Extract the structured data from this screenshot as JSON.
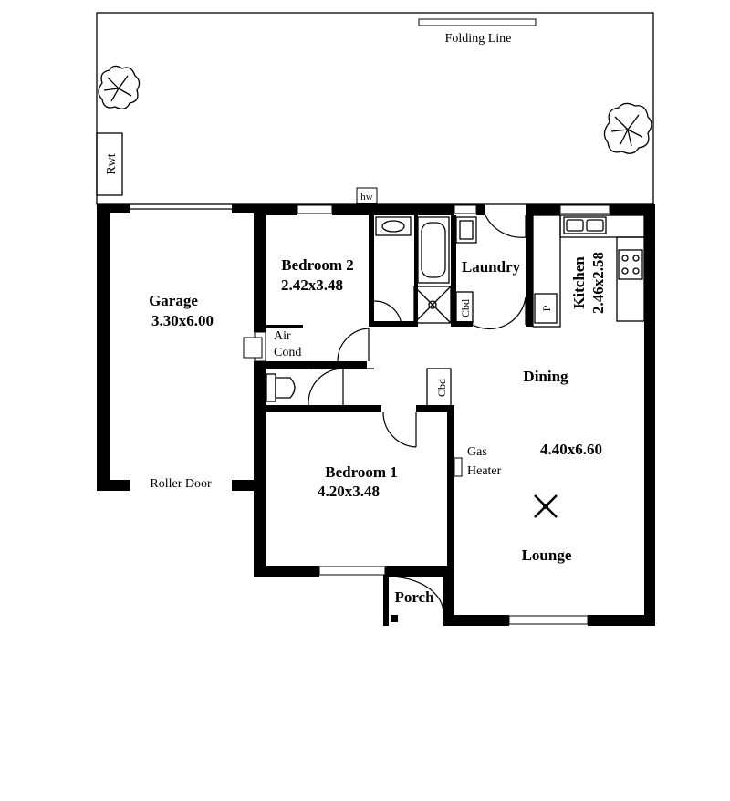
{
  "labels": {
    "folding_line": "Folding Line",
    "rwt": "Rwt",
    "hw": "hw",
    "garage": "Garage",
    "garage_dim": "3.30x6.00",
    "roller_door": "Roller Door",
    "air_cond_1": "Air",
    "air_cond_2": "Cond",
    "bedroom2": "Bedroom 2",
    "bedroom2_dim": "2.42x3.48",
    "laundry": "Laundry",
    "kitchen": "Kitchen",
    "kitchen_dim": "2.46x2.58",
    "cbd_laundry": "Cbd",
    "cbd_hall": "Cbd",
    "pantry": "P",
    "dining": "Dining",
    "gas_heater_1": "Gas",
    "gas_heater_2": "Heater",
    "living_dim": "4.40x6.60",
    "lounge": "Lounge",
    "bedroom1": "Bedroom 1",
    "bedroom1_dim": "4.20x3.48",
    "porch": "Porch"
  }
}
